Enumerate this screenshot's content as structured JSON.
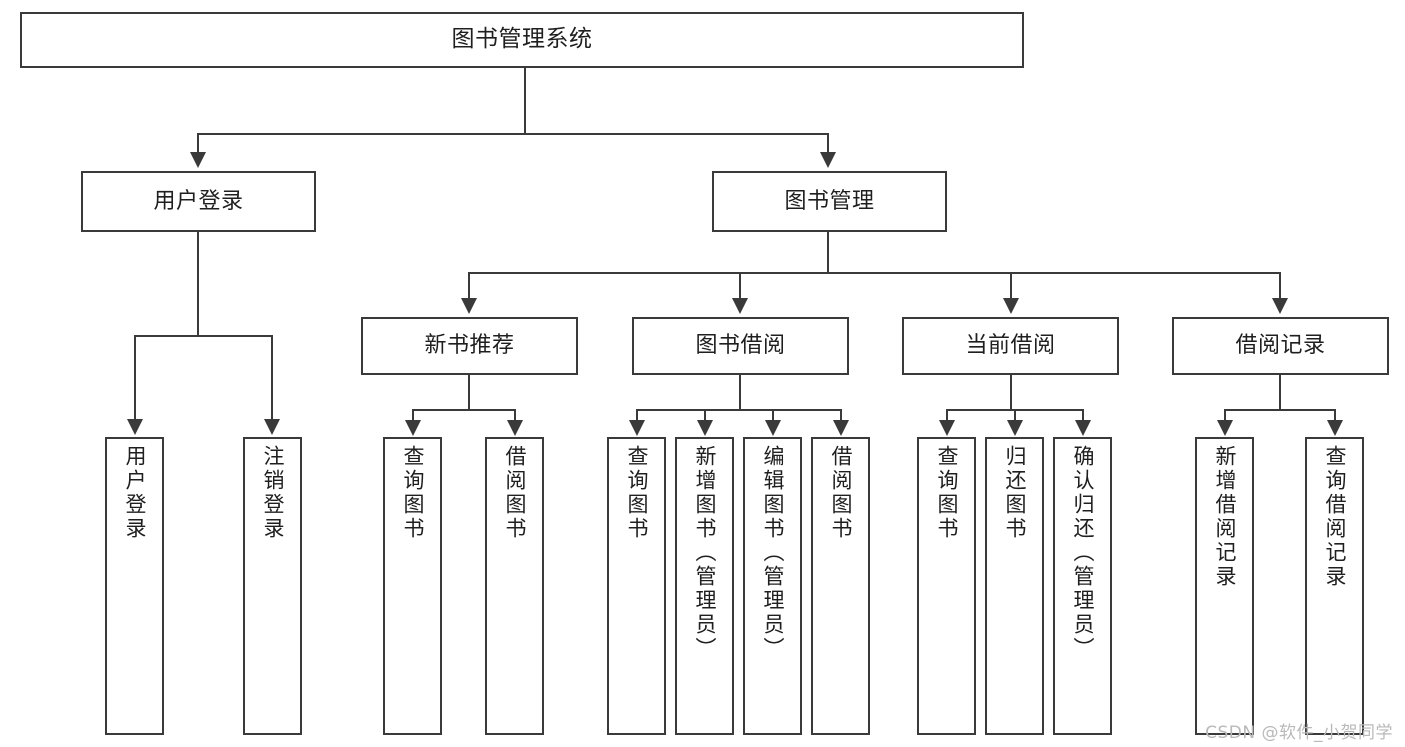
{
  "diagram": {
    "title": "图书管理系统",
    "type": "hierarchy-tree",
    "watermark": "CSDN @软件_小贺同学",
    "colors": {
      "stroke": "#3a3a3a",
      "fill": "#ffffff",
      "text": "#1f1f1f",
      "watermark": "#b9b9b9"
    },
    "levels": {
      "root": {
        "label": "图书管理系统"
      },
      "level2": [
        {
          "label": "用户登录"
        },
        {
          "label": "图书管理"
        }
      ],
      "level3": [
        {
          "label": "新书推荐"
        },
        {
          "label": "图书借阅"
        },
        {
          "label": "当前借阅"
        },
        {
          "label": "借阅记录"
        }
      ],
      "leaves": {
        "user_login": [
          {
            "label": "用户登录"
          },
          {
            "label": "注销登录"
          }
        ],
        "new_book": [
          {
            "label": "查询图书"
          },
          {
            "label": "借阅图书"
          }
        ],
        "book_borrow": [
          {
            "label": "查询图书"
          },
          {
            "label": "新增图书（管理员）"
          },
          {
            "label": "编辑图书（管理员）"
          },
          {
            "label": "借阅图书"
          }
        ],
        "current_borrow": [
          {
            "label": "查询图书"
          },
          {
            "label": "归还图书"
          },
          {
            "label": "确认归还（管理员）"
          }
        ],
        "borrow_record": [
          {
            "label": "新增借阅记录"
          },
          {
            "label": "查询借阅记录"
          }
        ]
      }
    }
  }
}
